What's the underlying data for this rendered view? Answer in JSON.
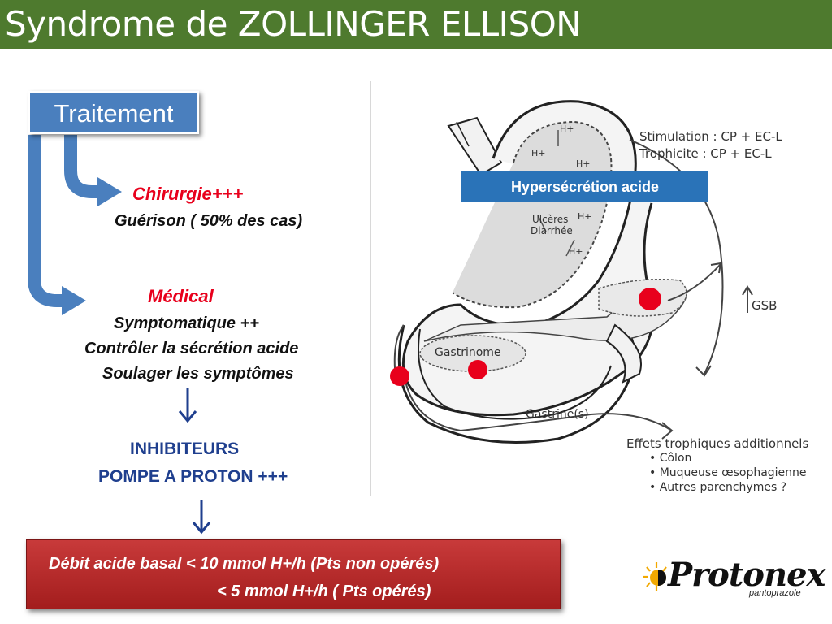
{
  "title": "Syndrome de ZOLLINGER ELLISON",
  "treatment": {
    "header": "Traitement",
    "surgery": {
      "label": "Chirurgie+++",
      "detail": "Guérison  ( 50% des cas)"
    },
    "medical": {
      "label": "Médical",
      "lines": [
        "Symptomatique ++",
        "Contrôler la  sécrétion acide",
        "Soulager les symptômes"
      ]
    },
    "drug": {
      "line1": "INHIBITEURS",
      "line2": "POMPE A PROTON +++"
    }
  },
  "result": {
    "line1": "Débit acide basal < 10 mmol H+/h   (Pts non opérés)",
    "line2": "<  5 mmol H+/h ( Pts opérés)"
  },
  "figure": {
    "badge": "Hypersécrétion acide",
    "stimulation": "Stimulation : CP + EC-L",
    "trophicite": "Trophicite : CP + EC-L",
    "ulcers_1": "Ulcères",
    "ulcers_2": "Diarrhée",
    "h_plus": "H+",
    "gastrinome": "Gastrinome",
    "gastrines": "Gastrine(s)",
    "gsb": "GSB",
    "effects_title": "Effets trophiques additionnels",
    "effects": [
      "• Côlon",
      "• Muqueuse œsophagienne",
      "• Autres parenchymes ?"
    ],
    "marker_color": "#e8001c"
  },
  "logo": {
    "name": "Protonex",
    "sub": "pantoprazole"
  },
  "colors": {
    "title_bg": "#4e7a2e",
    "accent_blue": "#4a7fbe",
    "result_red": "#b32424"
  }
}
